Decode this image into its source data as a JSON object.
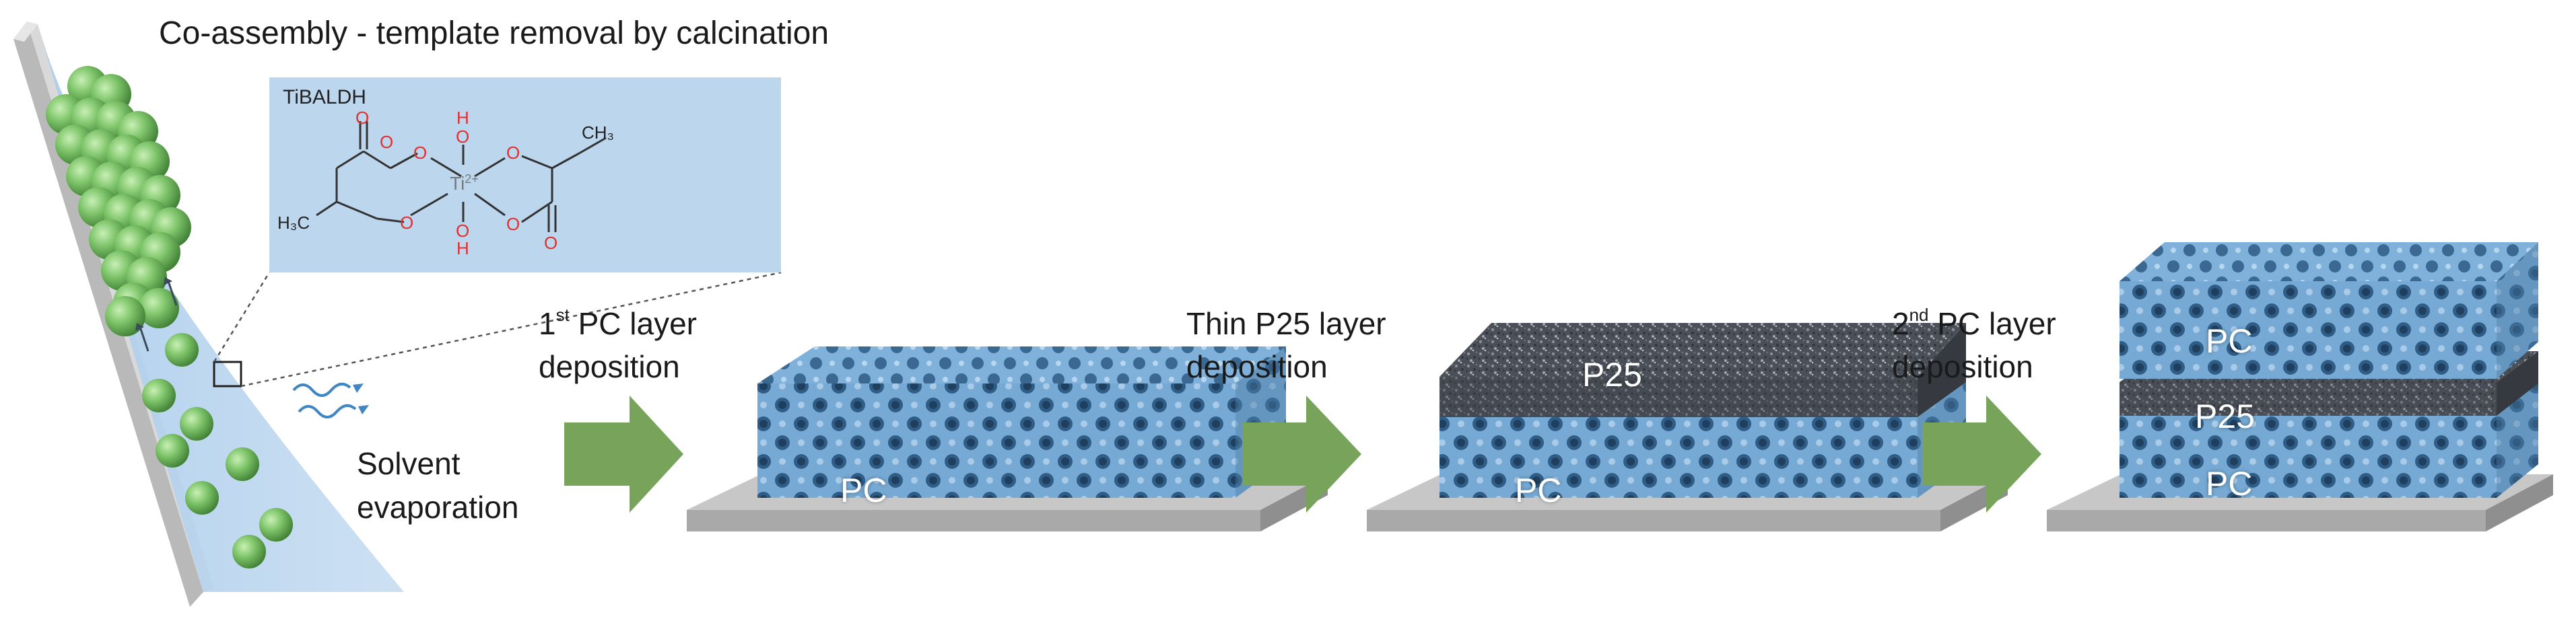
{
  "title": "Co-assembly - template removal by calcination",
  "molecule": {
    "name": "TiBALDH",
    "atoms": {
      "oxygen": "O",
      "hydroxyl": "H",
      "titanium": "Ti",
      "titanium_charge": "2+",
      "methyl_top": "CH₃",
      "methyl_bottom": "H₃C"
    }
  },
  "labels": {
    "solvent_line1": "Solvent",
    "solvent_line2": "evaporation",
    "step1_sup": "st",
    "step1_line1_rest": " PC layer",
    "step1_line2": "deposition",
    "step1_num": "1",
    "step2_line1": "Thin P25 layer",
    "step2_line2": "deposition",
    "step3_num": "2",
    "step3_sup": "nd",
    "step3_line1_rest": " PC layer",
    "step3_line2": "deposition"
  },
  "blocks": {
    "pc": "PC",
    "p25": "P25"
  },
  "colors": {
    "pc_blue": "#6fa3cf",
    "pc_dark": "#3f6f99",
    "p25_gray": "#4a4f57",
    "arrow_green": "#77a35a",
    "sphere_green": "#7fbf6a",
    "substrate": "#cfcfcf",
    "molecule_box": "#bcd6ee",
    "oxygen_red": "#e03030"
  }
}
